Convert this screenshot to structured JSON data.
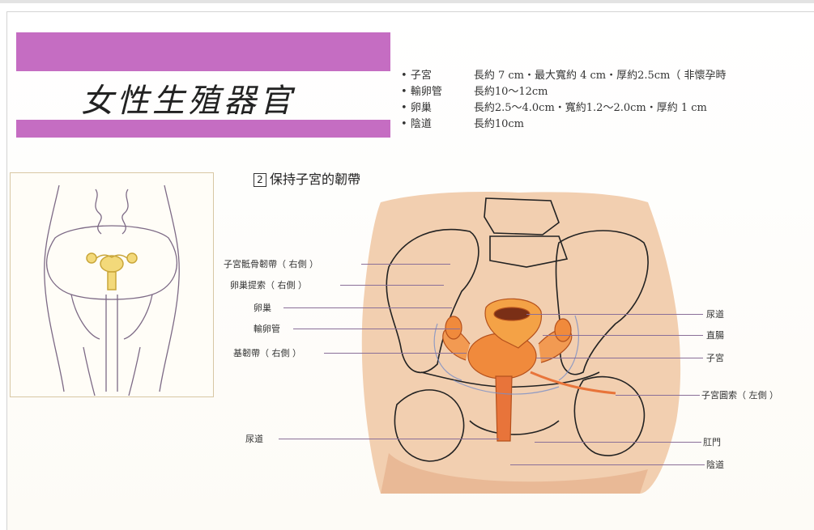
{
  "title": "女性生殖器官",
  "specs": [
    {
      "name": "子宮",
      "desc": "長約 7 cm・最大寬約 4 cm・厚約2.5cm（ 非懷孕時"
    },
    {
      "name": "輸卵管",
      "desc": "長約10～12cm"
    },
    {
      "name": "卵巢",
      "desc": "長約2.5～4.0cm・寬約1.2～2.0cm・厚約 1 cm"
    },
    {
      "name": "陰道",
      "desc": "長約10cm"
    }
  ],
  "subtitle_num": "2",
  "subtitle": "保持子宮的韌帶",
  "labels_left": [
    "子宮骶骨韌帶（ 右側 ）",
    "卵巢提索（ 右側 ）",
    "卵巢",
    "輸卵管",
    "基韌帶（ 右側 ）",
    "尿道"
  ],
  "labels_right": [
    "尿道",
    "直腸",
    "子宮",
    "子宮圓索（ 左側 ）",
    "肛門",
    "陰道"
  ],
  "colors": {
    "title_bar": "#c56dc2",
    "skin": "#f2cfb0",
    "organ": "#f08a3c",
    "leader": "#8a6f98"
  }
}
